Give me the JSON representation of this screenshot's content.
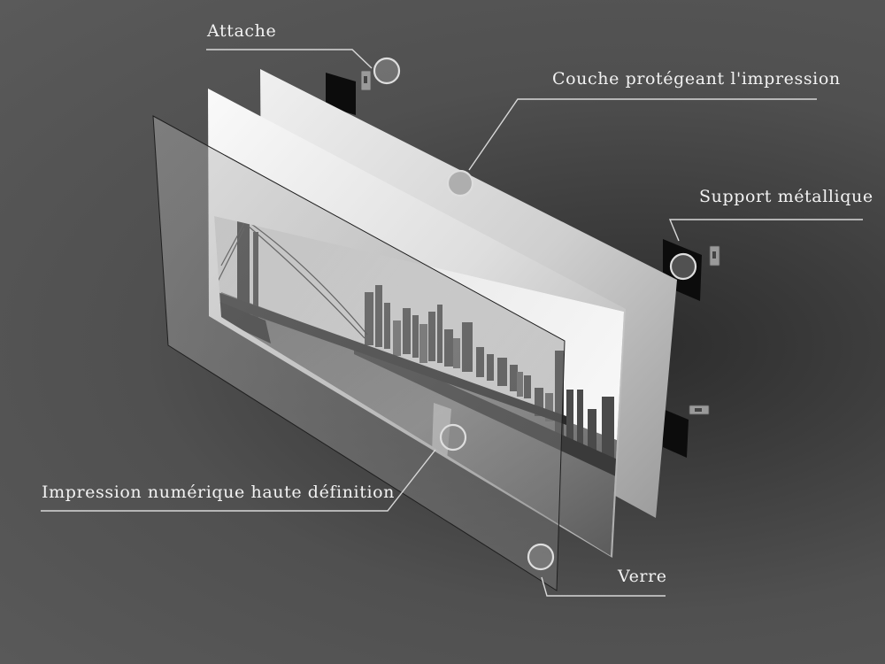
{
  "callouts": {
    "attache": "Attache",
    "couche": "Couche protégeant l'impression",
    "support": "Support métallique",
    "impression": "Impression numérique haute définition",
    "verre": "Verre"
  },
  "colors": {
    "background": "#555555",
    "label_text": "#f2f2f2",
    "leader_line": "#d8d8d8"
  },
  "icons": {
    "marker": "circle-marker-icon",
    "hardware": "metal-clip-icon"
  }
}
